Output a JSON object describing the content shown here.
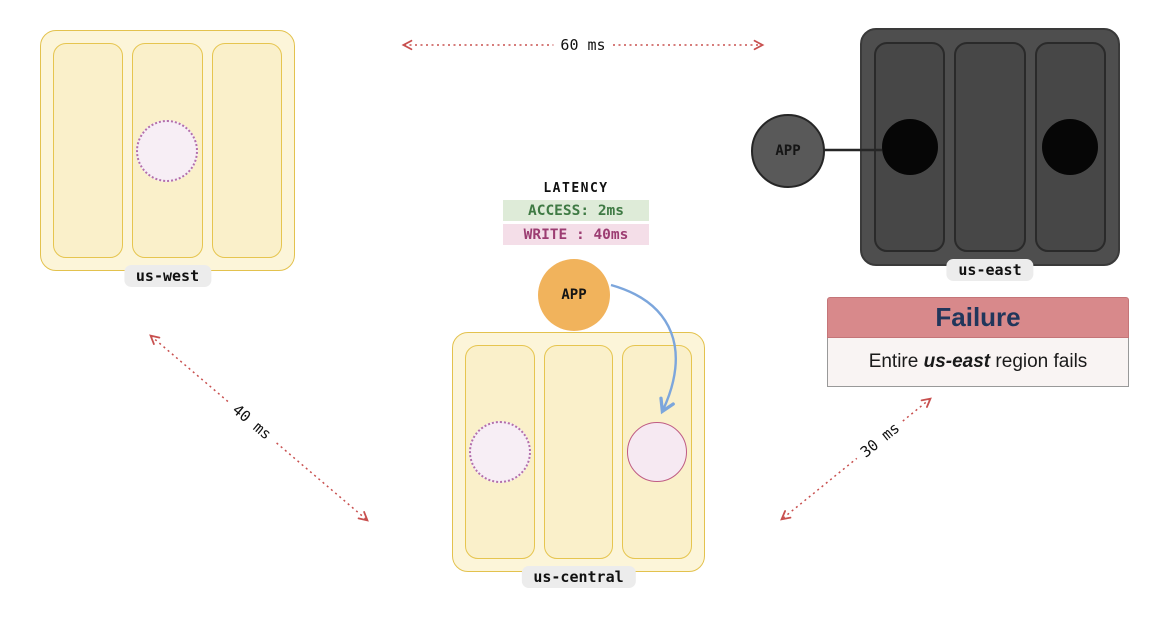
{
  "diagram": {
    "regions": {
      "us_west": {
        "label": "us-west"
      },
      "us_east": {
        "label": "us-east"
      },
      "us_central": {
        "label": "us-central"
      }
    },
    "nodes": {
      "app_central": {
        "label": "APP"
      },
      "app_east": {
        "label": "APP"
      }
    },
    "latency_panel": {
      "title": "LATENCY",
      "access_label": "ACCESS: 2ms",
      "write_label": "WRITE : 40ms"
    },
    "failure_card": {
      "title": "Failure",
      "text_prefix": "Entire ",
      "text_emphasis": "us-east",
      "text_suffix": " region fails"
    },
    "links": {
      "west_east": {
        "label": "60 ms"
      },
      "west_central": {
        "label": "40 ms"
      },
      "east_central": {
        "label": "30 ms"
      }
    },
    "colors": {
      "region_yellow_fill": "#FCF5D9",
      "region_yellow_border": "#E3C24E",
      "region_dark_fill": "#4E4E4E",
      "replica_dotted_border": "#B36FAC",
      "replica_pink_border": "#BF5C84",
      "replica_black": "#060606",
      "app_orange": "#F1B35C",
      "app_gray": "#595959",
      "arrow_red": "#C8504F",
      "arrow_blue": "#7CA6DC",
      "access_green_bg": "#DEEBD8",
      "access_green_text": "#3F7A44",
      "write_pink_bg": "#F4DEE8",
      "write_pink_text": "#9C3D72",
      "failure_header_bg": "#D8898B",
      "failure_title_text": "#21365B",
      "label_pill_bg": "#ECECEC"
    }
  }
}
